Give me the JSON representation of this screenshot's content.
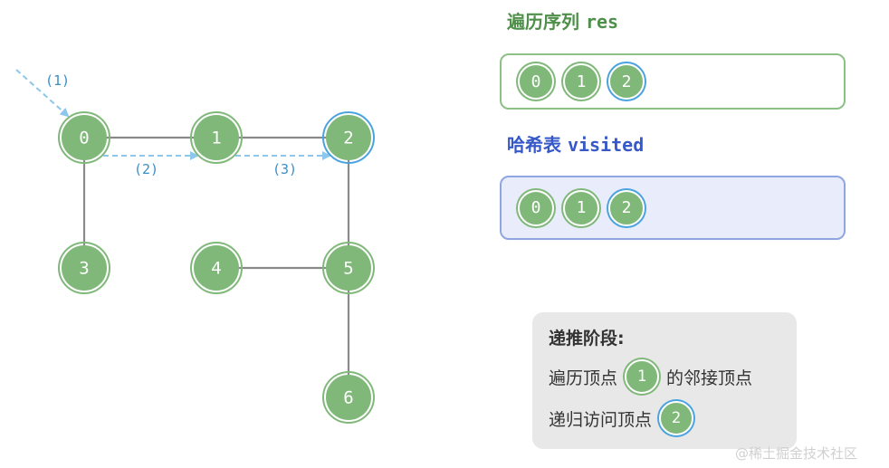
{
  "graph": {
    "nodes": [
      {
        "id": "n0",
        "label": "0",
        "highlight": false
      },
      {
        "id": "n1",
        "label": "1",
        "highlight": false
      },
      {
        "id": "n2",
        "label": "2",
        "highlight": true
      },
      {
        "id": "n3",
        "label": "3",
        "highlight": false
      },
      {
        "id": "n4",
        "label": "4",
        "highlight": false
      },
      {
        "id": "n5",
        "label": "5",
        "highlight": false
      },
      {
        "id": "n6",
        "label": "6",
        "highlight": false
      }
    ],
    "edges": [
      [
        "n0",
        "n1"
      ],
      [
        "n1",
        "n2"
      ],
      [
        "n0",
        "n3"
      ],
      [
        "n2",
        "n5"
      ],
      [
        "n4",
        "n5"
      ],
      [
        "n5",
        "n6"
      ]
    ],
    "steps": [
      "(1)",
      "(2)",
      "(3)"
    ]
  },
  "res": {
    "title_cn": "遍历序列",
    "title_code": "res",
    "items": [
      "0",
      "1",
      "2"
    ]
  },
  "visited": {
    "title_cn": "哈希表",
    "title_code": "visited",
    "items": [
      "0",
      "1",
      "2"
    ]
  },
  "phase": {
    "title": "递推阶段:",
    "line1_prefix": "遍历顶点",
    "line1_node": "1",
    "line1_suffix": "的邻接顶点",
    "line2_prefix": "递归访问顶点",
    "line2_node": "2"
  },
  "watermark": "@稀土掘金技术社区",
  "colors": {
    "node_fill": "#80b87a",
    "highlight_ring": "#4aa3df",
    "edge": "#8a8a8a",
    "step_arrow": "#8dc7ec",
    "res_border": "#8cc085",
    "visited_border": "#8fa6e0",
    "visited_fill": "#e9edfb"
  }
}
